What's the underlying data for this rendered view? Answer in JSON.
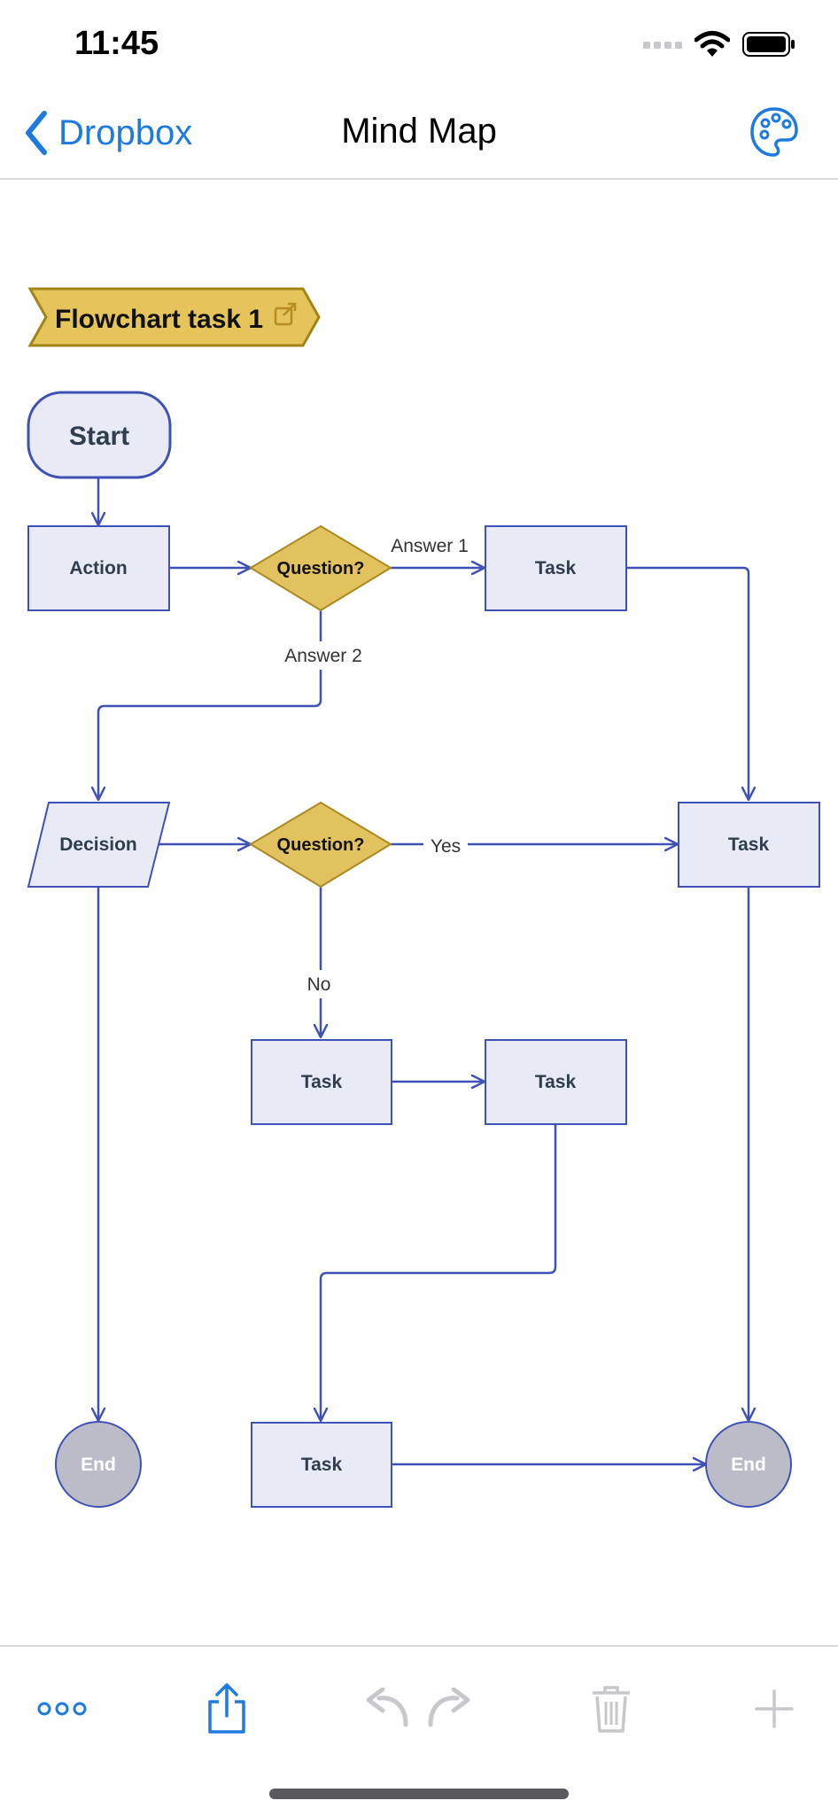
{
  "status_bar": {
    "time": "11:45"
  },
  "nav": {
    "back_label": "Dropbox",
    "title": "Mind Map",
    "accent_color": "#1f7ae0"
  },
  "diagram": {
    "topic": "Flowchart task 1",
    "nodes": {
      "start": "Start",
      "action": "Action",
      "question_1": "Question?",
      "task_1": "Task",
      "decision": "Decision",
      "question_2": "Question?",
      "task_2": "Task",
      "task_3": "Task",
      "task_4": "Task",
      "task_5": "Task",
      "end_1": "End",
      "end_2": "End"
    },
    "edge_labels": {
      "answer_1": "Answer 1",
      "answer_2": "Answer 2",
      "yes": "Yes",
      "no": "No"
    },
    "colors": {
      "node_fill": "#e8eaf6",
      "node_stroke": "#3f51b5",
      "question_fill": "#e2c25e",
      "question_stroke": "#a88a20",
      "end_fill": "#bcbcc8",
      "edge": "#3f51b5",
      "topic_fill": "#e6c45c",
      "topic_stroke": "#a38417"
    }
  },
  "toolbar": {
    "more_icon": "ellipsis-icon",
    "share_icon": "share-icon",
    "undo_icon": "undo-icon",
    "redo_icon": "redo-icon",
    "delete_icon": "trash-icon",
    "add_icon": "plus-icon"
  }
}
